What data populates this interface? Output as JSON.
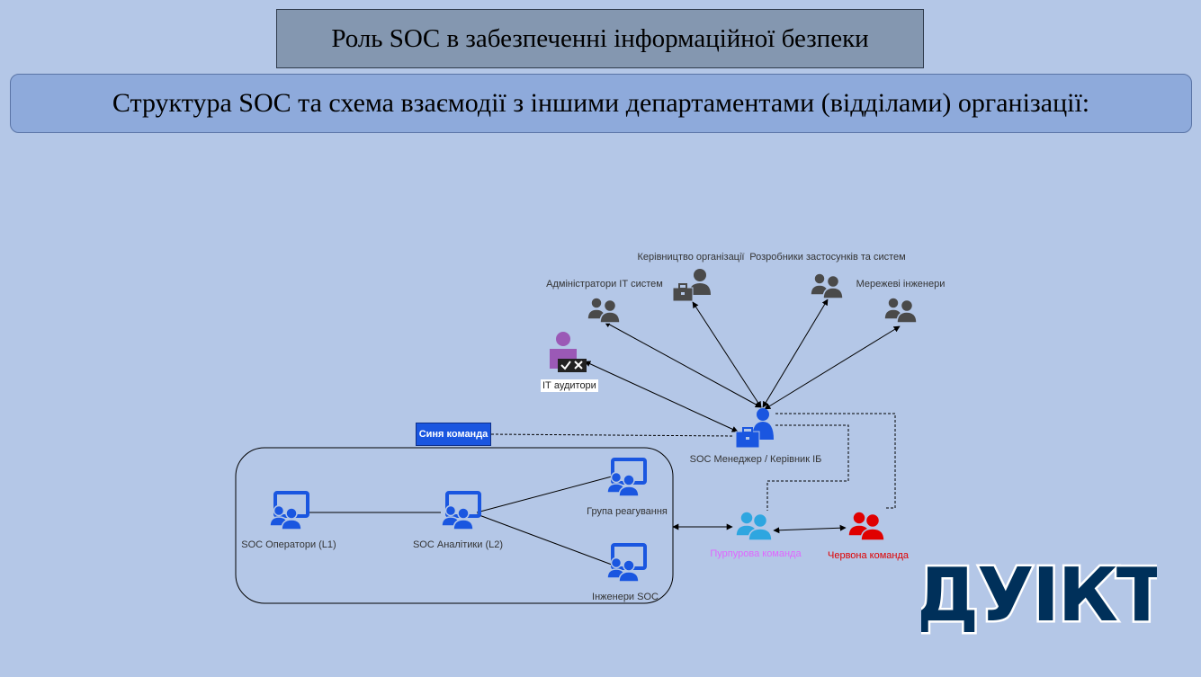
{
  "header": {
    "title": "Роль SOC в забезпеченні інформаційної безпеки",
    "subtitle": "Структура SOC та схема взаємодії з іншими департаментами (відділами) організації:"
  },
  "diagram": {
    "external": {
      "management": "Керівництво організації",
      "developers": "Розробники застосунків та систем",
      "it_admins": "Адміністратори ІТ систем",
      "network_engineers": "Мережеві інженери",
      "it_auditors": "ІТ аудитори"
    },
    "soc_manager": "SOC Менеджер / Керівник ІБ",
    "blue_team": "Синя команда",
    "soc_units": {
      "operators": "SOC Оператори (L1)",
      "analysts": "SOC Аналітики (L2)",
      "response_group": "Група реагування",
      "engineers": "Інженери SOC"
    },
    "purple_team": "Пурпурова команда",
    "red_team": "Червона команда"
  },
  "logo": {
    "text": "ДУІКТ"
  },
  "colors": {
    "background": "#b4c7e7",
    "title_bg": "#8497b0",
    "subtitle_bg": "#8eaadb",
    "blue_team": "#1a56e0",
    "purple_text": "#e066ff",
    "red_team": "#e00000",
    "gray_people": "#4a4a4a",
    "logo_fill": "#00305a"
  }
}
